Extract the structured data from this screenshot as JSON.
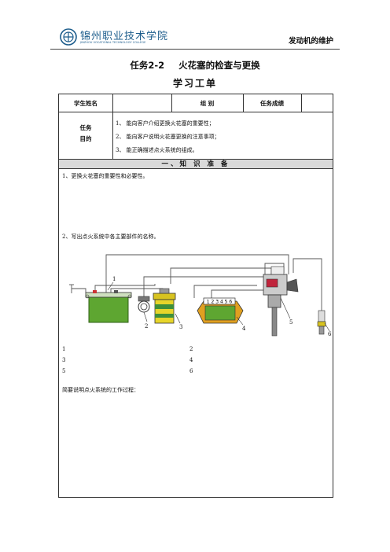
{
  "header": {
    "logo_cn": "锦州职业技术学院",
    "logo_en": "JINZHOU VOCATIONAL TECHNOLOGY COLLEGE",
    "course": "发动机的维护"
  },
  "task": {
    "number": "任务2-2",
    "name": "火花塞的检查与更换"
  },
  "subtitle": "学习工单",
  "info_row": {
    "student_label": "学生姓名",
    "group_label": "组  别",
    "score_label": "任务成绩"
  },
  "objectives": {
    "label_line1": "任务",
    "label_line2": "目的",
    "items": [
      "1、 能向客户介绍更换火花塞的重要性；",
      "2、 能向客户说明火花塞更换的注意事项；",
      "3、 能正确描述点火系统的组成。"
    ]
  },
  "section_title": "一、知  识    准    备",
  "questions": {
    "q1": "1、更换火花塞的重要性和必要性。",
    "q2": "2、写出点火系统中各主要部件的名称。",
    "q3": "简要说明点火系统的工作过程："
  },
  "diagram": {
    "callouts": [
      "1",
      "2",
      "3",
      "4",
      "5",
      "6"
    ],
    "module_pins": "1 2 3 4 5 6"
  },
  "answer_numbers": [
    "1",
    "2",
    "3",
    "4",
    "5",
    "6"
  ],
  "colors": {
    "battery": "#5ea631",
    "coil": "#d8c320",
    "module": "#e0a020",
    "distributor": "#c0243c"
  }
}
